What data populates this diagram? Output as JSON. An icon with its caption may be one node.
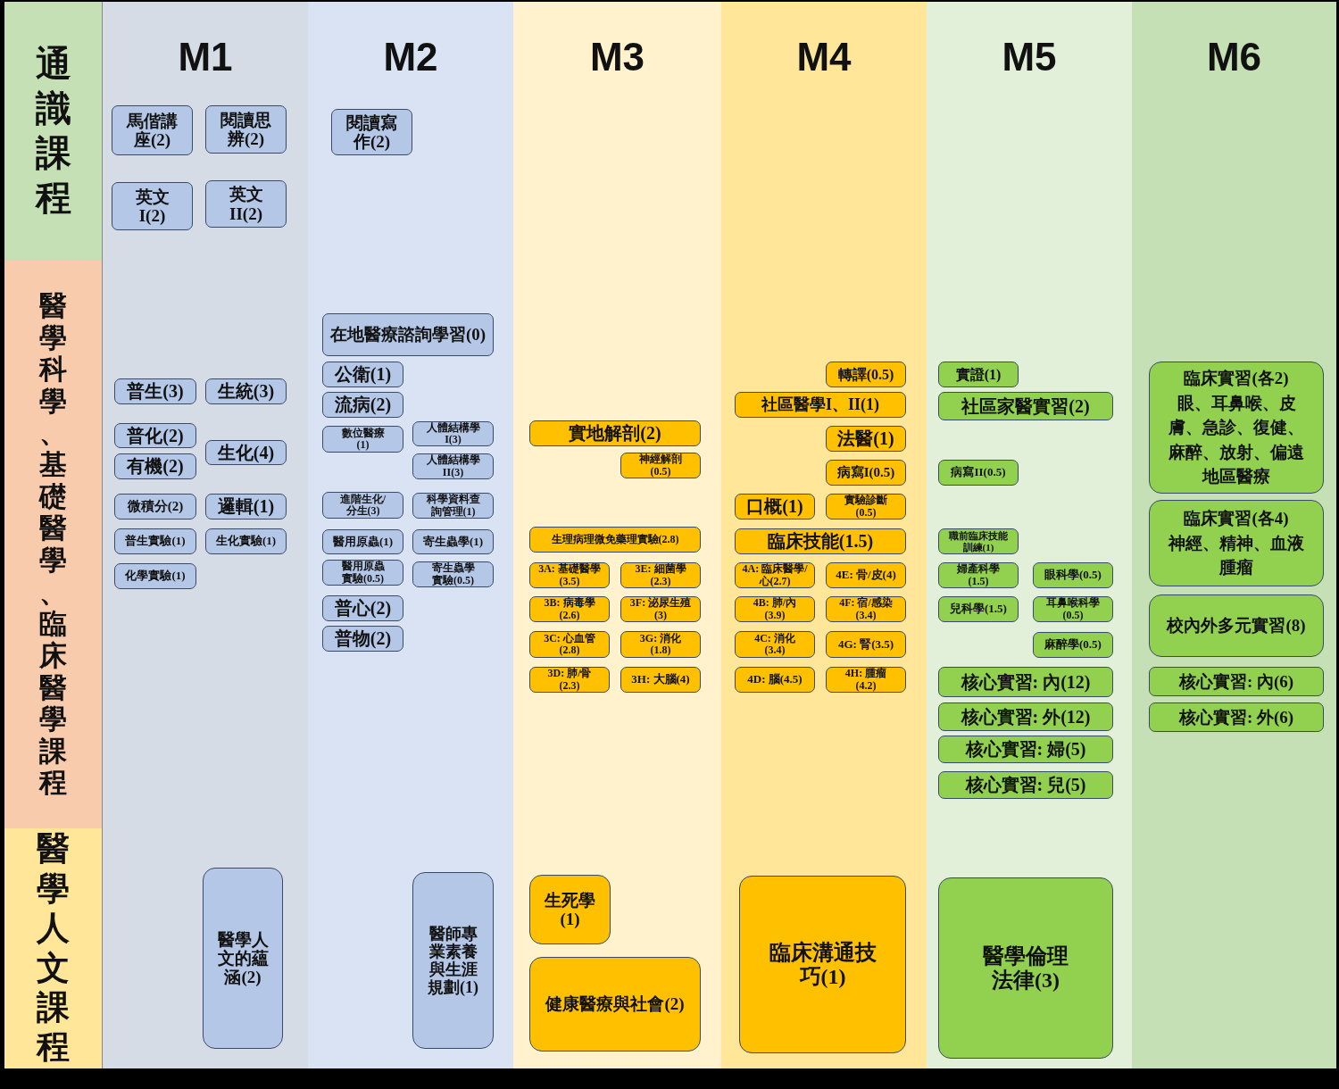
{
  "diagram": {
    "nodes": [
      {
        "text": [
          "通識課程"
        ]
      },
      {
        "text": [
          "醫學科學、基礎醫學、臨床醫學課程"
        ]
      },
      {
        "text": [
          "醫學人文課程"
        ]
      },
      {
        "text": [
          "M1"
        ]
      },
      {
        "text": [
          "M2"
        ]
      },
      {
        "text": [
          "M3"
        ]
      },
      {
        "text": [
          "M4"
        ]
      },
      {
        "text": [
          "M5"
        ]
      },
      {
        "text": [
          "M6"
        ]
      },
      {
        "text": [
          "馬偕講座(2)"
        ],
        "in": 3
      },
      {
        "text": [
          "閱讀思辨(2)"
        ],
        "in": 3
      },
      {
        "text": [
          "英文I(2)"
        ],
        "in": 3
      },
      {
        "text": [
          "英文II(2)"
        ],
        "in": 3
      },
      {
        "text": [
          "普生(3)"
        ],
        "in": 3
      },
      {
        "text": [
          "生統(3)"
        ],
        "in": 3
      },
      {
        "text": [
          "普化(2)"
        ],
        "in": 3
      },
      {
        "text": [
          "生化(4)"
        ],
        "in": 3
      },
      {
        "text": [
          "有機(2)"
        ],
        "in": 3
      },
      {
        "text": [
          "微積分(2)"
        ],
        "in": 3
      },
      {
        "text": [
          "邏輯(1)"
        ],
        "in": 3
      },
      {
        "text": [
          "普生實驗(1)"
        ],
        "in": 3
      },
      {
        "text": [
          "生化實驗(1)"
        ],
        "in": 3
      },
      {
        "text": [
          "化學實驗(1)"
        ],
        "in": 3
      },
      {
        "text": [
          "醫學人文的蘊涵(2)"
        ],
        "in": 3
      },
      {
        "text": [
          "閱讀寫作(2)"
        ],
        "in": 4
      },
      {
        "text": [
          "在地醫療諮詢學習(0)"
        ],
        "in": 4
      },
      {
        "text": [
          "公衛(1)"
        ],
        "in": 4
      },
      {
        "text": [
          "流病(2)"
        ],
        "in": 4
      },
      {
        "text": [
          "數位醫療(1)"
        ],
        "in": 4
      },
      {
        "text": [
          "人體結構學I(3)"
        ],
        "in": 4
      },
      {
        "text": [
          "人體結構學II(3)"
        ],
        "in": 4
      },
      {
        "text": [
          "進階生化/分生(3)"
        ],
        "in": 4
      },
      {
        "text": [
          "科學資料查詢管理(1)"
        ],
        "in": 4
      },
      {
        "text": [
          "醫用原蟲(1)"
        ],
        "in": 4
      },
      {
        "text": [
          "寄生蟲學(1)"
        ],
        "in": 4
      },
      {
        "text": [
          "醫用原蟲實驗(0.5)"
        ],
        "in": 4
      },
      {
        "text": [
          "寄生蟲學實驗(0.5)"
        ],
        "in": 4
      },
      {
        "text": [
          "普心(2)"
        ],
        "in": 4
      },
      {
        "text": [
          "普物(2)"
        ],
        "in": 4
      },
      {
        "text": [
          "醫師專業素養與生涯規劃(1)"
        ],
        "in": 4
      },
      {
        "text": [
          "實地解剖(2)"
        ],
        "in": 5
      },
      {
        "text": [
          "神經解剖(0.5)"
        ],
        "in": 5
      },
      {
        "text": [
          "生理病理微免藥理實驗(2.8)"
        ],
        "in": 5
      },
      {
        "text": [
          "3A: 基礎醫學(3.5)"
        ],
        "in": 5
      },
      {
        "text": [
          "3E: 細菌學(2.3)"
        ],
        "in": 5
      },
      {
        "text": [
          "3B: 病毒學(2.6)"
        ],
        "in": 5
      },
      {
        "text": [
          "3F: 泌尿生殖(3)"
        ],
        "in": 5
      },
      {
        "text": [
          "3C: 心血管(2.8)"
        ],
        "in": 5
      },
      {
        "text": [
          "3G: 消化(1.8)"
        ],
        "in": 5
      },
      {
        "text": [
          "3D: 肺/骨(2.3)"
        ],
        "in": 5
      },
      {
        "text": [
          "3H: 大腦(4)"
        ],
        "in": 5
      },
      {
        "text": [
          "生死學(1)"
        ],
        "in": 5
      },
      {
        "text": [
          "健康醫療與社會(2)"
        ],
        "in": 5
      },
      {
        "text": [
          "轉譯(0.5)"
        ],
        "in": 6
      },
      {
        "text": [
          "社區醫學I、II(1)"
        ],
        "in": 6
      },
      {
        "text": [
          "法醫(1)"
        ],
        "in": 6
      },
      {
        "text": [
          "病寫I(0.5)"
        ],
        "in": 6
      },
      {
        "text": [
          "口概(1)"
        ],
        "in": 6
      },
      {
        "text": [
          "實驗診斷(0.5)"
        ],
        "in": 6
      },
      {
        "text": [
          "臨床技能(1.5)"
        ],
        "in": 6
      },
      {
        "text": [
          "4A: 臨床醫學/心(2.7)"
        ],
        "in": 6
      },
      {
        "text": [
          "4E: 骨/皮(4)"
        ],
        "in": 6
      },
      {
        "text": [
          "4B: 肺/內(3.9)"
        ],
        "in": 6
      },
      {
        "text": [
          "4F: 宿/感染(3.4)"
        ],
        "in": 6
      },
      {
        "text": [
          "4C: 消化(3.4)"
        ],
        "in": 6
      },
      {
        "text": [
          "4G: 腎(3.5)"
        ],
        "in": 6
      },
      {
        "text": [
          "4D: 腦(4.5)"
        ],
        "in": 6
      },
      {
        "text": [
          "4H: 腫瘤(4.2)"
        ],
        "in": 6
      },
      {
        "text": [
          "臨床溝通技巧(1)"
        ],
        "in": 6
      },
      {
        "text": [
          "實證(1)"
        ],
        "in": 7
      },
      {
        "text": [
          "社區家醫實習(2)"
        ],
        "in": 7
      },
      {
        "text": [
          "病寫II(0.5)"
        ],
        "in": 7
      },
      {
        "text": [
          "職前臨床技能訓練(1)"
        ],
        "in": 7
      },
      {
        "text": [
          "婦產科學(1.5)"
        ],
        "in": 7
      },
      {
        "text": [
          "眼科學(0.5)"
        ],
        "in": 7
      },
      {
        "text": [
          "兒科學(1.5)"
        ],
        "in": 7
      },
      {
        "text": [
          "耳鼻喉科學(0.5)"
        ],
        "in": 7
      },
      {
        "text": [
          "麻醉學(0.5)"
        ],
        "in": 7
      },
      {
        "text": [
          "核心實習: 內(12)"
        ],
        "in": 7
      },
      {
        "text": [
          "核心實習: 外(12)"
        ],
        "in": 7
      },
      {
        "text": [
          "核心實習: 婦(5)"
        ],
        "in": 7
      },
      {
        "text": [
          "核心實習: 兒(5)"
        ],
        "in": 7
      },
      {
        "text": [
          "醫學倫理法律(3)"
        ],
        "in": 7
      },
      {
        "text": [
          "臨床實習(各2)",
          "眼、耳鼻喉、皮膚、急診、復健、麻醉、放射、偏遠地區醫療"
        ],
        "in": 8
      },
      {
        "text": [
          "臨床實習(各4)",
          "神經、精神、血液腫瘤"
        ],
        "in": 8
      },
      {
        "text": [
          "校內外多元實習(8)"
        ],
        "in": 8
      },
      {
        "text": [
          "核心實習: 內(6)"
        ],
        "in": 8
      },
      {
        "text": [
          "核心實習: 外(6)"
        ],
        "in": 8
      }
    ],
    "edges": []
  }
}
